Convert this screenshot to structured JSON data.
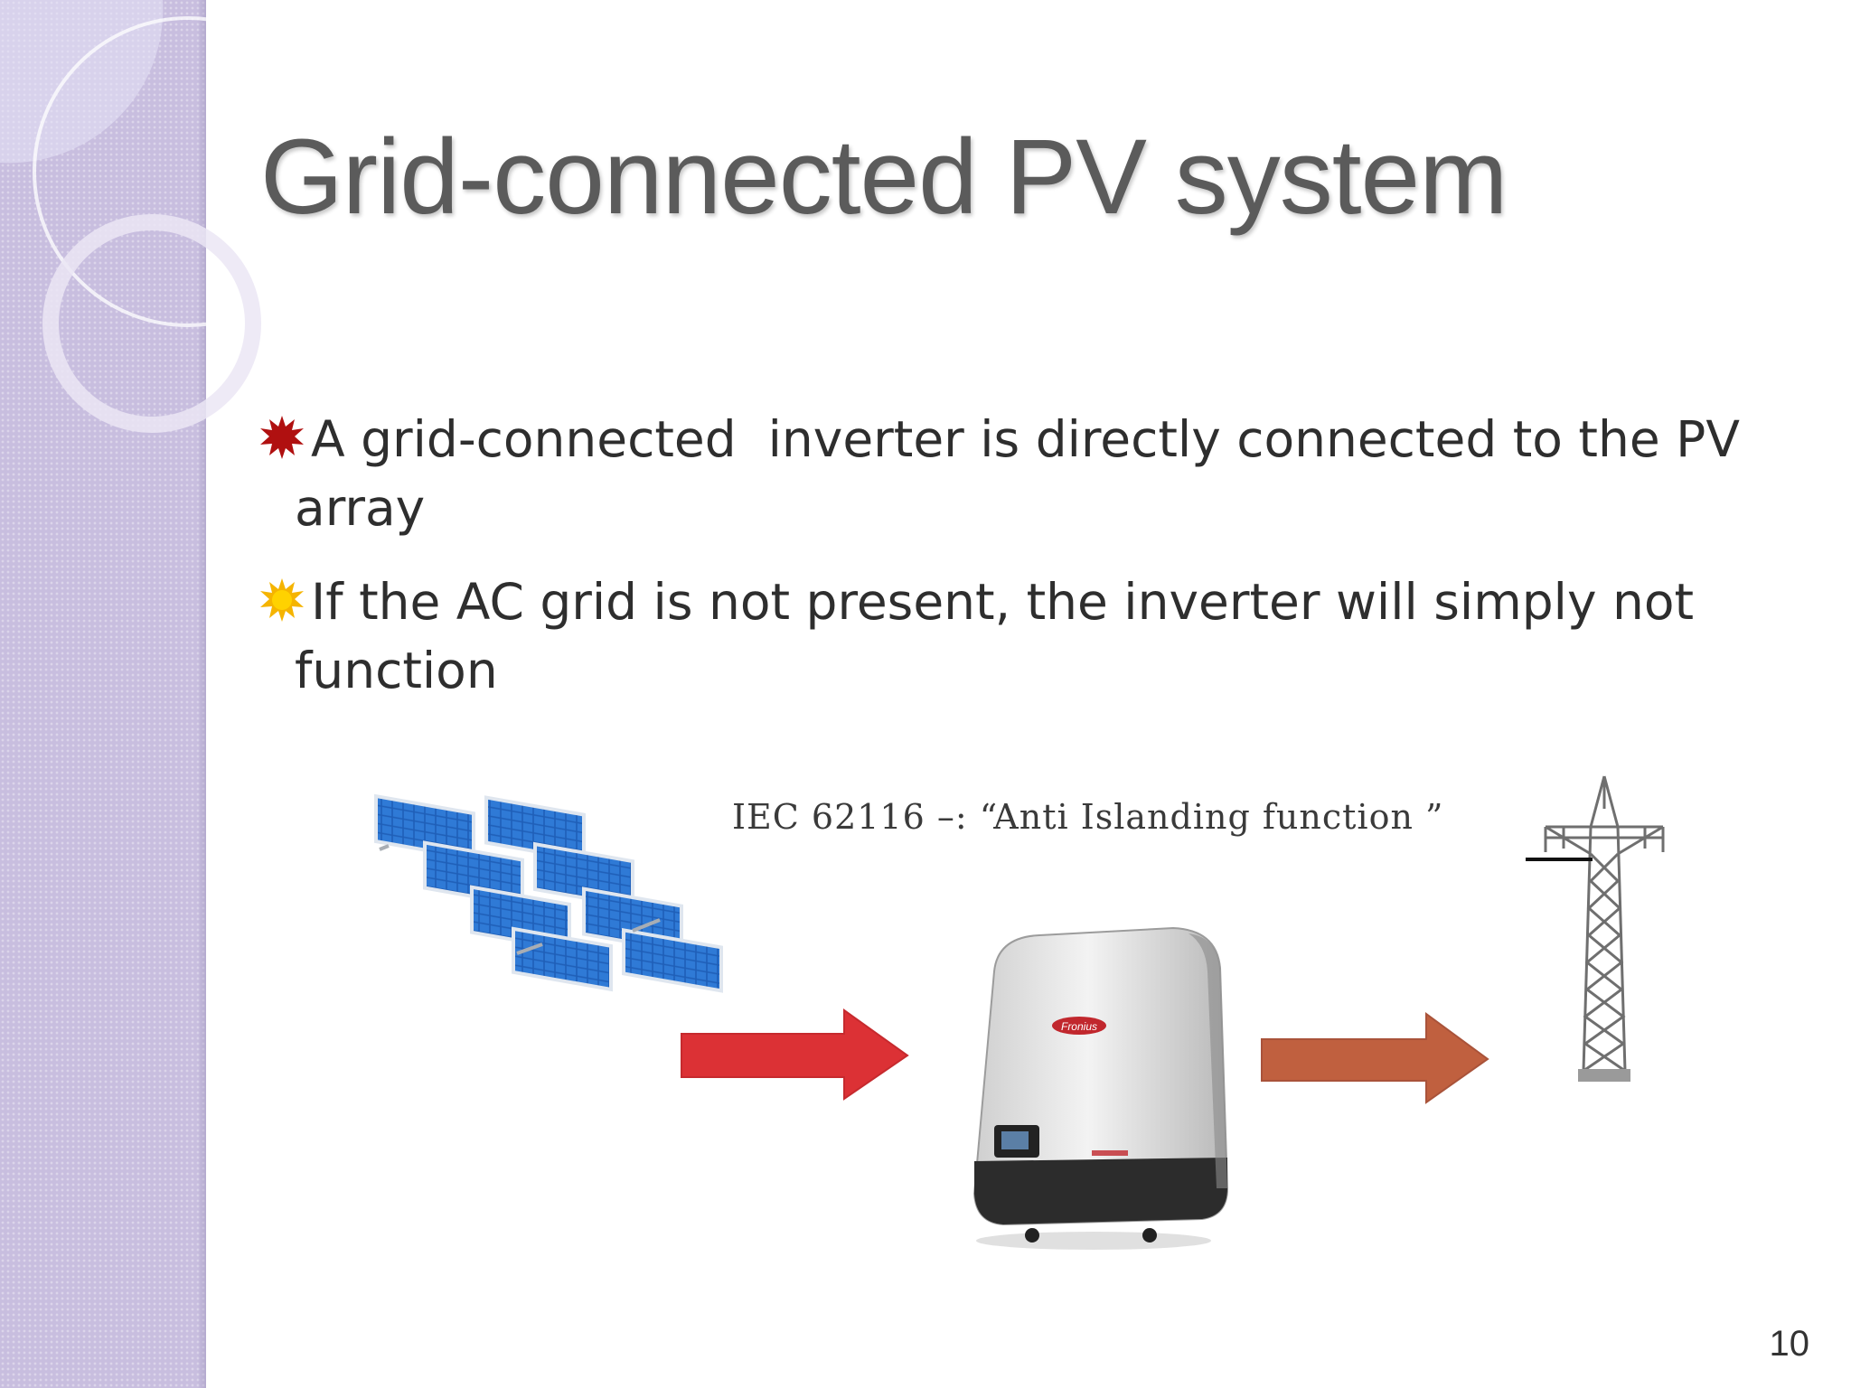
{
  "slide": {
    "title": "Grid-connected PV system",
    "bullets": [
      {
        "line1": "A grid-connected  inverter is directly connected to the PV",
        "line2": "array",
        "marker_icon": "starburst-bullet-icon",
        "marker_color": "#b01010"
      },
      {
        "line1": "If the AC grid is not present, the inverter will simply not",
        "line2": "function",
        "marker_icon": "sun-bullet-icon",
        "marker_color": "#f5b400"
      }
    ],
    "annotation": "IEC 62116 –: “Anti Islanding function ”",
    "page_number": "10"
  },
  "diagram": {
    "nodes": [
      "solar-panels-image",
      "inverter-image",
      "transmission-tower-image"
    ],
    "arrow_colors": {
      "panels_to_inverter": "#dc3135",
      "inverter_to_grid": "#c0603f"
    },
    "inverter_logo": "Fronius"
  },
  "theme": {
    "sidebar": "#c8bedf",
    "title_color": "#5b5b5b",
    "text_color": "#2e2e2e"
  }
}
